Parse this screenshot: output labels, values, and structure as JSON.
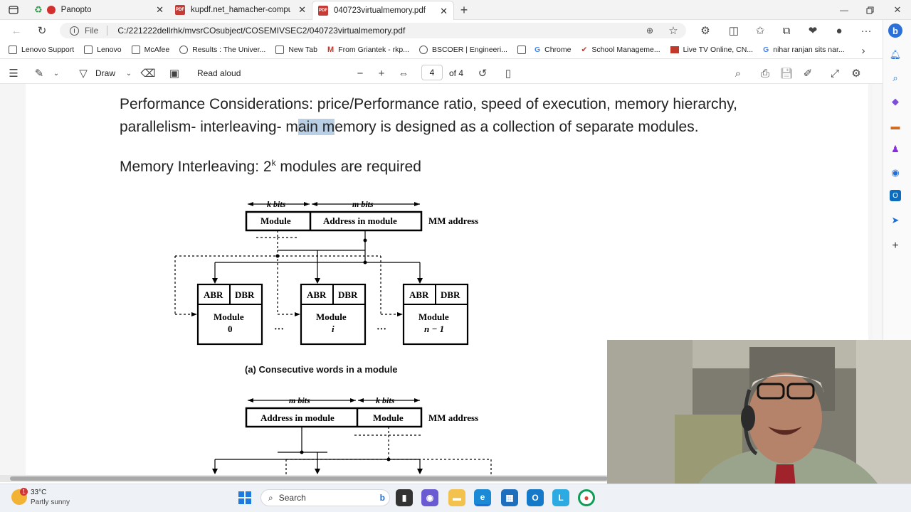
{
  "tabs": [
    {
      "label": "Panopto"
    },
    {
      "label": "kupdf.net_hamacher-computer-o"
    },
    {
      "label": "040723virtualmemory.pdf"
    }
  ],
  "address": {
    "scheme": "File",
    "url": "C:/221222dellrhk/mvsrCOsubject/COSEMIVSEC2/040723virtualmemory.pdf"
  },
  "bookmarks": [
    "Lenovo Support",
    "Lenovo",
    "McAfee",
    "Results : The Univer...",
    "New Tab",
    "From Griantek - rkp...",
    "BSCOER | Engineeri...",
    "Chrome",
    "School Manageme...",
    "Live TV Online, CN...",
    "nihar ranjan sits nar..."
  ],
  "pdf_toolbar": {
    "draw": "Draw",
    "read_aloud": "Read aloud",
    "page_current": "4",
    "page_total": "of 4"
  },
  "content": {
    "para1_line1": "Performance Considerations: price/Performance ratio, speed of execution, memory hierarchy,",
    "para1_line2_a": "parallelism- interleaving- m",
    "para1_line2_hl": "ain m",
    "para1_line2_b": "emory is designed as a collection of separate modules.",
    "para2_a": "Memory Interleaving: 2",
    "para2_sup": "k",
    "para2_b": " modules are required"
  },
  "figure_a": {
    "k_bits": "k bits",
    "m_bits": "m bits",
    "module": "Module",
    "address_in_module": "Address in module",
    "mm_address": "MM address",
    "abr": "ABR",
    "dbr": "DBR",
    "mod0_l1": "Module",
    "mod0_l2": "0",
    "modi_l1": "Module",
    "modi_l2": "i",
    "modn_l1": "Module",
    "modn_l2": "n − 1",
    "dots": "···",
    "caption": "(a) Consecutive words in a module"
  },
  "figure_b": {
    "m_bits": "m bits",
    "k_bits": "k bits",
    "address_in_module": "Address in module",
    "module": "Module",
    "mm_address": "MM address"
  },
  "taskbar": {
    "temp": "33°C",
    "weather": "Partly sunny",
    "search": "Search",
    "badge": "1"
  }
}
